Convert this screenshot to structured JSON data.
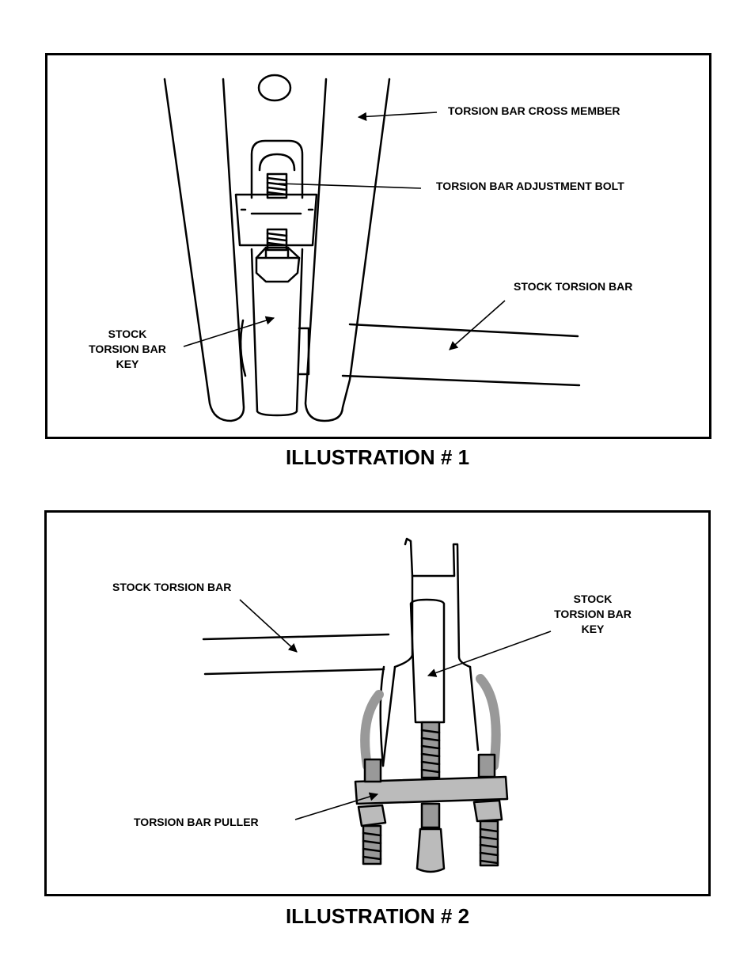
{
  "illustration1": {
    "caption": "ILLUSTRATION # 1",
    "labels": {
      "cross_member": "TORSION BAR CROSS MEMBER",
      "adjustment_bolt": "TORSION BAR ADJUSTMENT BOLT",
      "stock_torsion_bar": "STOCK TORSION BAR",
      "key_line1": "STOCK",
      "key_line2": "TORSION BAR",
      "key_line3": "KEY"
    }
  },
  "illustration2": {
    "caption": "ILLUSTRATION # 2",
    "labels": {
      "stock_torsion_bar": "STOCK TORSION BAR",
      "key_line1": "STOCK",
      "key_line2": "TORSION BAR",
      "key_line3": "KEY",
      "puller": "TORSION BAR PULLER"
    }
  }
}
